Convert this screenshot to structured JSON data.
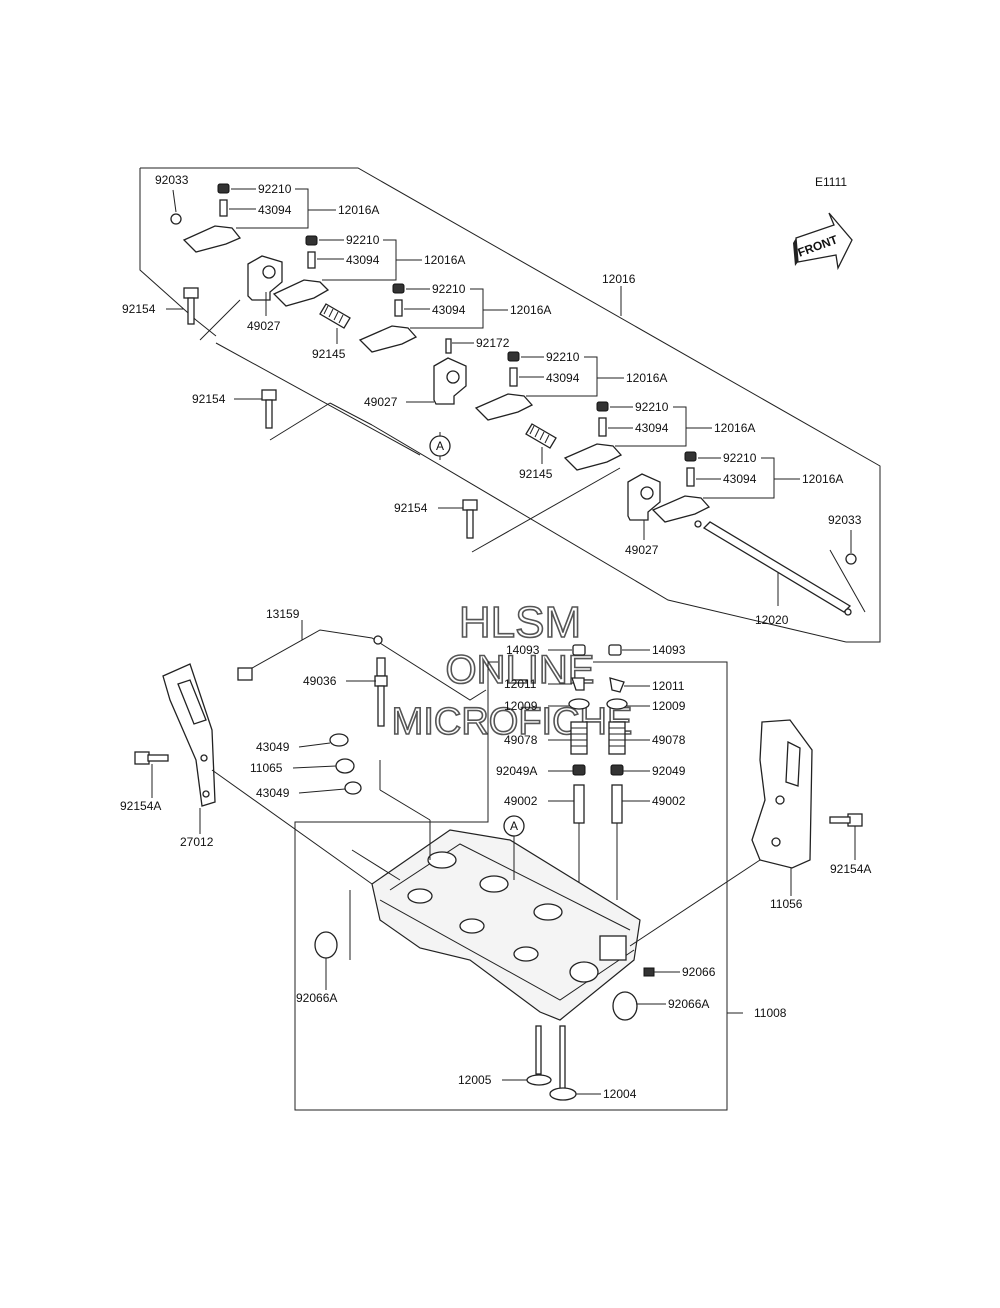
{
  "diagram_code": "E1111",
  "front_tag": "FRONT",
  "watermark": {
    "line1": "HLSM",
    "line2": "ONLINE",
    "line3": "MICROFICHE"
  },
  "callouts": {
    "a_top": "A",
    "a_bottom": "A"
  },
  "labels": {
    "p92033_top": "92033",
    "p92210_1": "92210",
    "p43094_1": "43094",
    "p12016A_1": "12016A",
    "p92210_2": "92210",
    "p43094_2": "43094",
    "p12016A_2": "12016A",
    "p92210_3": "92210",
    "p43094_3": "43094",
    "p12016A_3": "12016A",
    "p92210_4": "92210",
    "p43094_4": "43094",
    "p12016A_4": "12016A",
    "p92210_5": "92210",
    "p43094_5": "43094",
    "p12016A_5": "12016A",
    "p92210_6": "92210",
    "p43094_6": "43094",
    "p12016A_6": "12016A",
    "p12016": "12016",
    "p92154_1": "92154",
    "p49027_1": "49027",
    "p92145_1": "92145",
    "p92172": "92172",
    "p92154_2": "92154",
    "p49027_2": "49027",
    "p92145_2": "92145",
    "p92154_3": "92154",
    "p49027_3": "49027",
    "p92033_right": "92033",
    "p12020": "12020",
    "p13159": "13159",
    "p49036": "49036",
    "p14093_l": "14093",
    "p14093_r": "14093",
    "p12011_l": "12011",
    "p12011_r": "12011",
    "p12009_l": "12009",
    "p12009_r": "12009",
    "p49078_l": "49078",
    "p49078_r": "49078",
    "p92049A": "92049A",
    "p92049": "92049",
    "p49002_l": "49002",
    "p49002_r": "49002",
    "p43049_1": "43049",
    "p11065": "11065",
    "p43049_2": "43049",
    "p92154A_l": "92154A",
    "p27012": "27012",
    "p92154A_r": "92154A",
    "p11056": "11056",
    "p92066": "92066",
    "p92066A_l": "92066A",
    "p92066A_r": "92066A",
    "p11008": "11008",
    "p12005": "12005",
    "p12004": "12004"
  }
}
